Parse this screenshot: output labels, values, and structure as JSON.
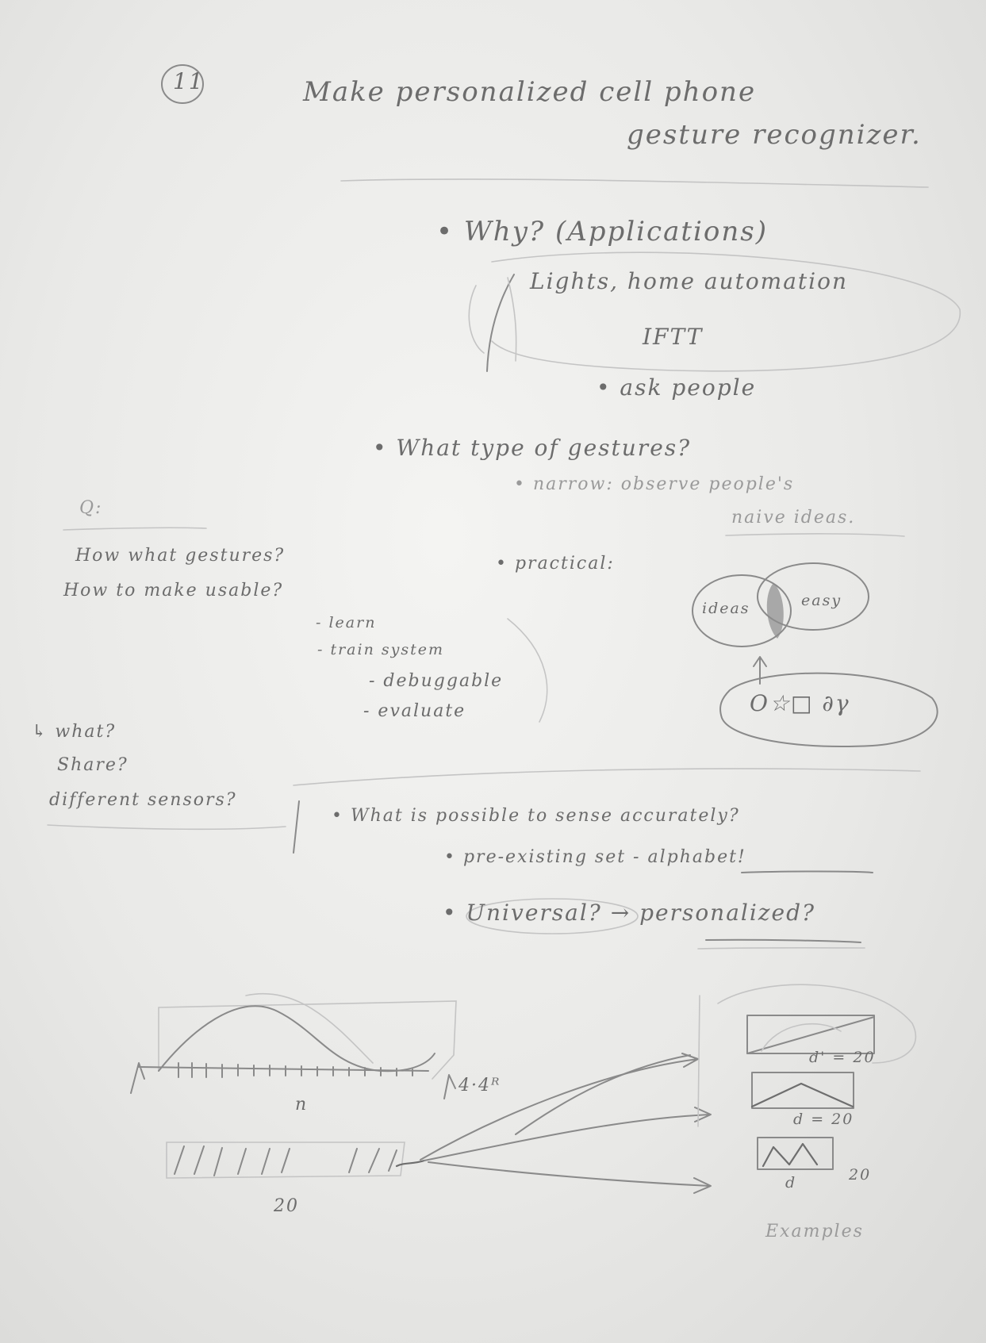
{
  "page_number": "11",
  "title": {
    "line1": "Make personalized cell phone",
    "line2": "gesture recognizer."
  },
  "why": {
    "heading": "• Why? (Applications)",
    "item1": "Lights, home automation",
    "item2": "IFTT",
    "item3": "• ask people"
  },
  "gestures": {
    "heading": "• What type of gestures?",
    "narrow": "• narrow: observe people's",
    "narrow2": "naive ideas.",
    "practical": "• practical:",
    "venn_left": "ideas",
    "venn_right": "easy",
    "shapes": "O☆□ ∂γ"
  },
  "questions": {
    "label": "Q:",
    "line1": "How what gestures?",
    "line2": "How to make usable?",
    "sub1": "- learn",
    "sub2": "- train system",
    "sub3": "- debuggable",
    "sub4": "- evaluate"
  },
  "side_notes": {
    "line1": "↳ what?",
    "line2": "Share?",
    "line3": "different sensors?"
  },
  "sensing": {
    "heading": "• What is possible to sense accurately?",
    "item1": "• pre-existing set - alphabet!",
    "item2": "• Universal? → personalized?"
  },
  "diagram": {
    "label_n": "n",
    "label_4": "4·4ᴿ",
    "label_20": "20",
    "label_d1": "d' = 20",
    "label_d2": "d = 20",
    "label_d3": "d",
    "label_20b": "20",
    "examples": "Examples"
  }
}
